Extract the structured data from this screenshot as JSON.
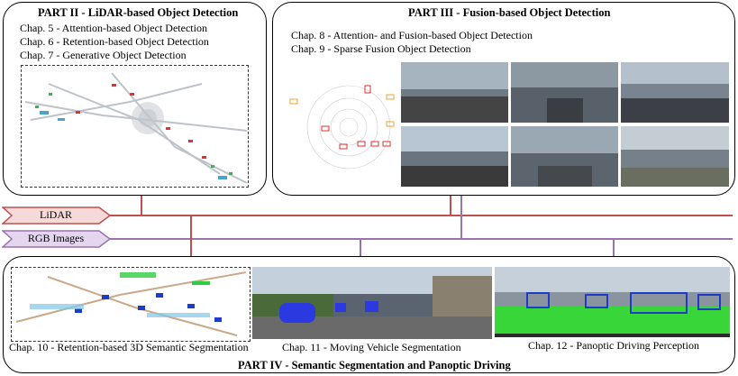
{
  "part2": {
    "title": "PART II - LiDAR-based Object Detection",
    "chapters": [
      "Chap. 5 - Attention-based Object Detection",
      "Chap. 6 - Retention-based Object Detection",
      "Chap. 7 - Generative Object Detection"
    ]
  },
  "part3": {
    "title": "PART III - Fusion-based Object Detection",
    "chapters": [
      "Chap. 8 - Attention- and Fusion-based Object Detection",
      "Chap. 9 - Sparse Fusion Object Detection"
    ]
  },
  "part4": {
    "title": "PART IV - Semantic Segmentation and Panoptic Driving",
    "captions": [
      "Chap. 10 - Retention-based 3D Semantic Segmentation",
      "Chap. 11 - Moving Vehicle Segmentation",
      "Chap. 12 - Panoptic Driving Perception"
    ]
  },
  "streams": {
    "lidar": "LiDAR",
    "rgb": "RGB Images"
  },
  "colors": {
    "lidar_line": "#c0504d",
    "lidar_fill": "#f6d9d9",
    "rgb_line": "#9b72b0",
    "rgb_fill": "#e3d6ee"
  }
}
